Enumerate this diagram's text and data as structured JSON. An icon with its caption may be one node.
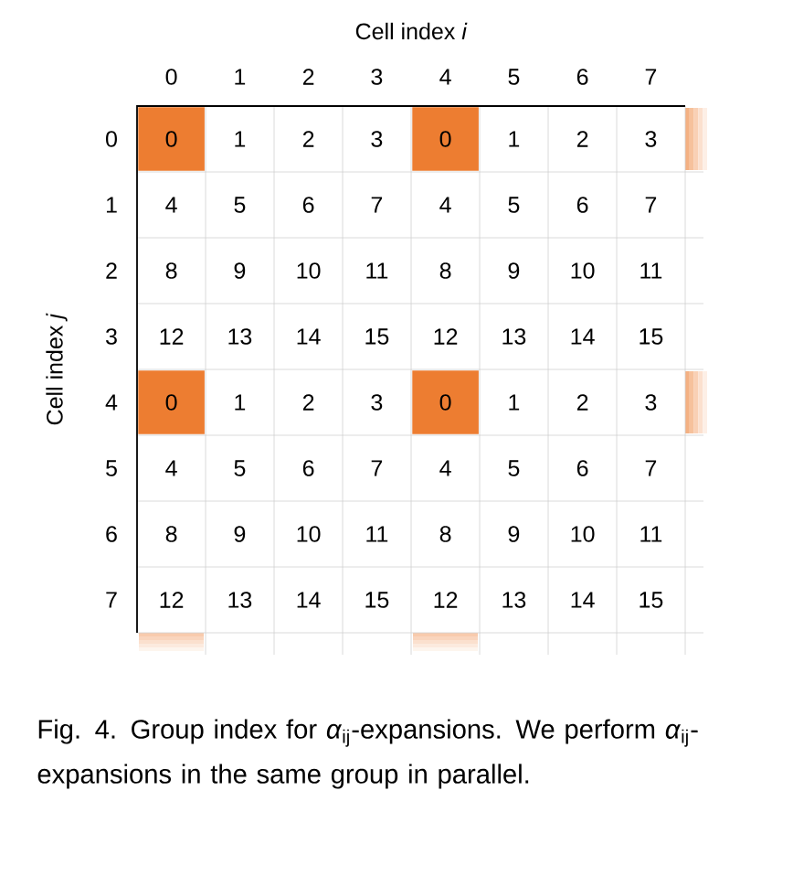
{
  "diagram": {
    "caption": "Fig. 4. Group index for *α*$_{ij}$-expansions. We perform *α*$_{ij}$-expansions in the same group in parallel.",
    "labels": [
      "Cell index *i*",
      "0",
      "1",
      "2",
      "3",
      "4",
      "5",
      "6",
      "7",
      "Cell index *j*",
      "0",
      "0",
      "1",
      "2",
      "3",
      "0",
      "1",
      "2",
      "3",
      "1",
      "4",
      "5",
      "6",
      "7",
      "4",
      "5",
      "6",
      "7",
      "2",
      "8",
      "9",
      "10",
      "11",
      "8",
      "9",
      "10",
      "11",
      "3",
      "12",
      "13",
      "14",
      "15",
      "12",
      "13",
      "14",
      "15",
      "4",
      "0",
      "1",
      "2",
      "3",
      "0",
      "1",
      "2",
      "3",
      "5",
      "4",
      "5",
      "6",
      "7",
      "4",
      "5",
      "6",
      "7",
      "6",
      "8",
      "9",
      "10",
      "11",
      "8",
      "9",
      "10",
      "11",
      "7",
      "12",
      "13",
      "14",
      "15",
      "12",
      "13",
      "14",
      "15"
    ]
  }
}
